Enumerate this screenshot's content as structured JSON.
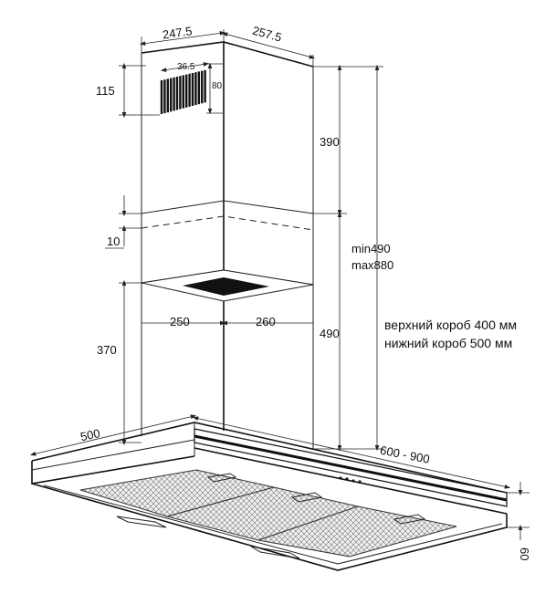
{
  "dimensions": {
    "top_left_width": "247.5",
    "top_right_width": "257.5",
    "vent_width": "36.5",
    "vent_height": "80",
    "vent_offset": "115",
    "overlap": "10",
    "bottom_height": "370",
    "upper_box_height": "390",
    "lower_box_height": "490",
    "total_height_min": "min490",
    "total_height_max": "max880",
    "bottom_left_width": "250",
    "bottom_right_width": "260",
    "hood_depth": "500",
    "hood_width": "600 - 900",
    "hood_thickness": "60"
  },
  "notes": {
    "upper_box": "верхний короб 400 мм",
    "lower_box": "нижний короб 500 мм"
  }
}
